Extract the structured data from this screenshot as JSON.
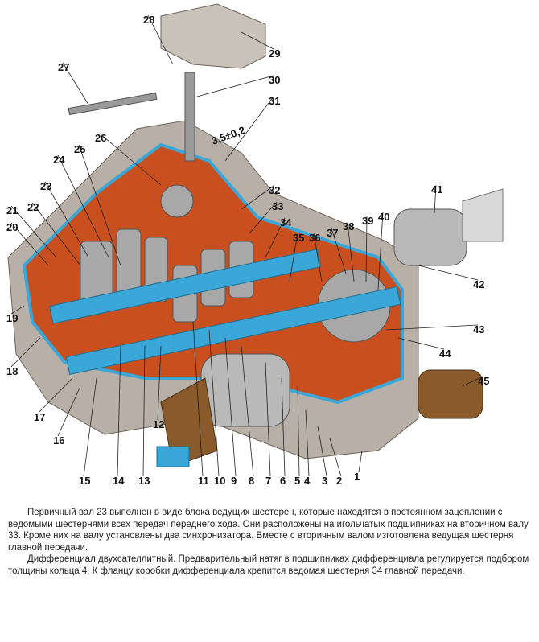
{
  "figure": {
    "callouts": [
      "1",
      "2",
      "3",
      "4",
      "5",
      "6",
      "7",
      "8",
      "9",
      "10",
      "11",
      "12",
      "13",
      "14",
      "15",
      "16",
      "17",
      "18",
      "19",
      "20",
      "21",
      "22",
      "23",
      "24",
      "25",
      "26",
      "27",
      "28",
      "29",
      "30",
      "31",
      "32",
      "33",
      "34",
      "35",
      "36",
      "37",
      "38",
      "39",
      "40",
      "41",
      "42",
      "43",
      "44",
      "45"
    ],
    "dimension": "3,5±0,2",
    "colors": {
      "housing": "#b8b0a6",
      "cutaway": "#c9501e",
      "shaft": "#3aa7d8",
      "gear": "#a8a8a8",
      "boot": "#8a5a2a"
    }
  },
  "caption": {
    "paragraph_1": "Первичный вал 23 выполнен в виде блока ведущих шестерен, которые находятся в постоянном зацеплении с ведомыми шестернями всех передач переднего хода. Они расположены на игольчатых подшипниках на вторичном валу 33. Кроме них на валу установлены два синхронизатора. Вместе с вторичным валом изготовлена ведущая шестерня главной передачи.",
    "paragraph_2": "Дифференциал двухсателлитный. Предварительный натяг в подшипниках дифференциала регулируется подбором толщины кольца 4. К фланцу коробки дифференциала крепится ведомая шестерня 34 главной передачи."
  }
}
